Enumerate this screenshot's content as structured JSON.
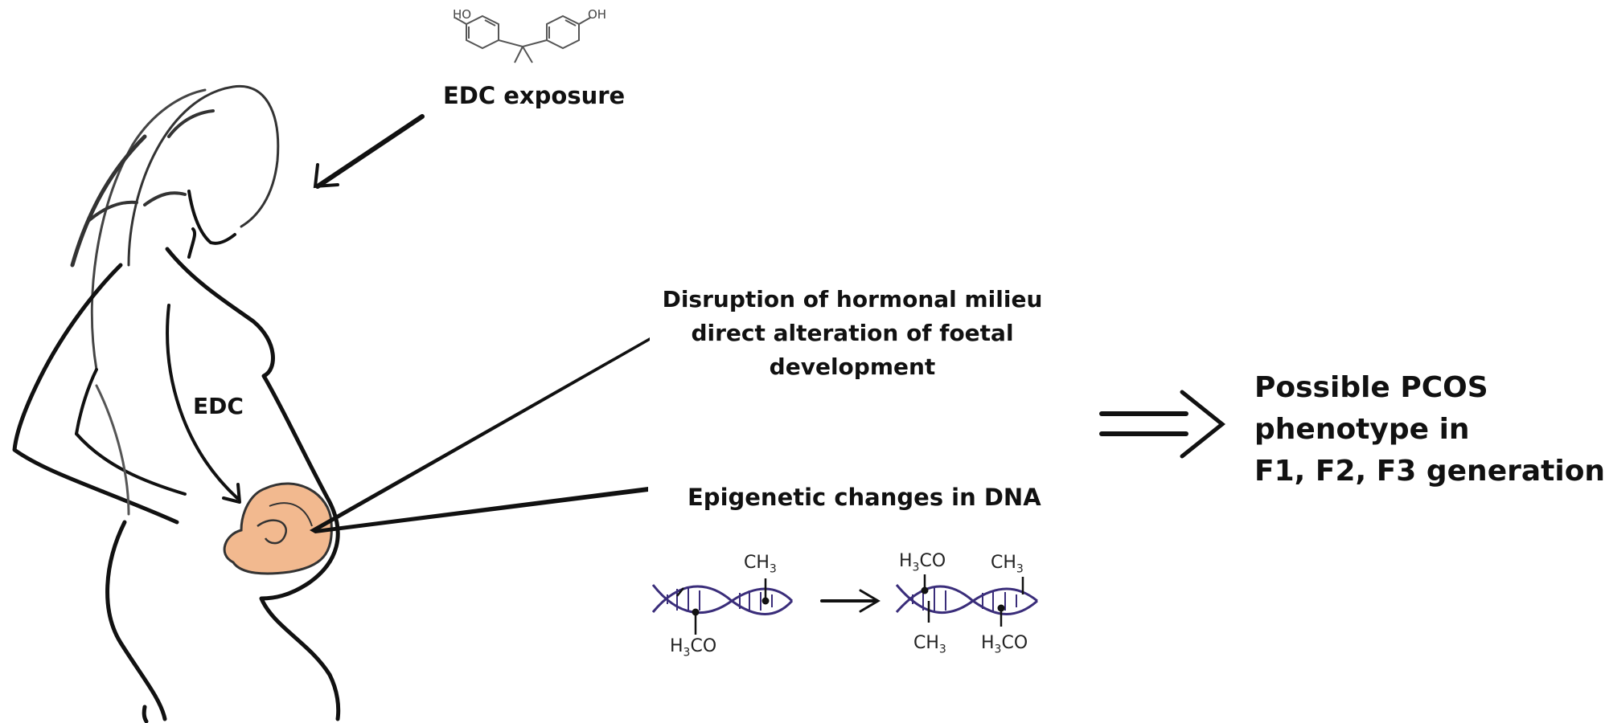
{
  "molecule": {
    "left_group": "HO",
    "right_group": "OH"
  },
  "labels": {
    "exposure": "EDC exposure",
    "edc": "EDC",
    "disruption_lines": [
      "Disruption of hormonal milieu",
      "direct alteration of foetal",
      "development"
    ],
    "epigenetic": "Epigenetic changes in DNA",
    "outcome_lines": [
      "Possible PCOS",
      "phenotype in",
      "F1, F2, F3 generation"
    ]
  },
  "dna": {
    "before": {
      "top": "CH",
      "top_sub": "3",
      "bottom": "H",
      "bottom_sub": "3",
      "bottom_suffix": "CO"
    },
    "after": {
      "top_left": "H",
      "top_left_sub": "3",
      "top_left_suffix": "CO",
      "top_right": "CH",
      "top_right_sub": "3",
      "bottom_left": "CH",
      "bottom_left_sub": "3",
      "bottom_right": "H",
      "bottom_right_sub": "3",
      "bottom_right_suffix": "CO"
    }
  },
  "colors": {
    "line": "#111111",
    "foetus_fill": "#f2b98f",
    "dna_strand": "#3a2d7a",
    "molecule": "#555555"
  }
}
